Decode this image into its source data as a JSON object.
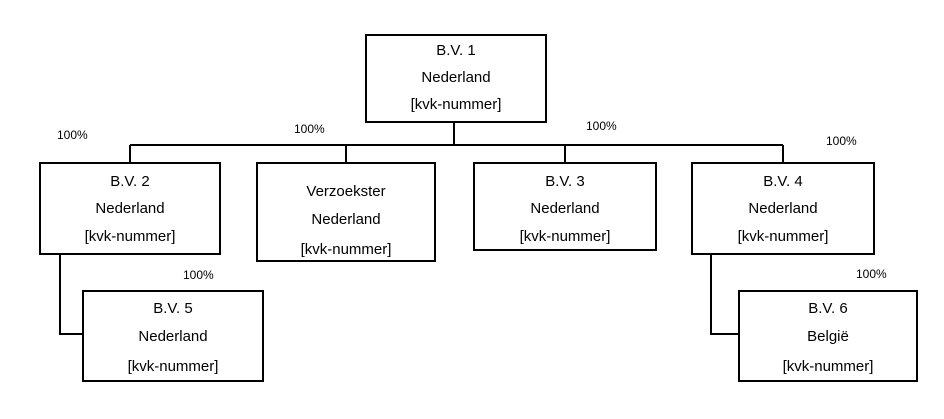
{
  "entities": [
    {
      "id": "bv1",
      "lines": [
        "B.V. 1",
        "Nederland",
        "[kvk-nummer]"
      ]
    },
    {
      "id": "bv2",
      "lines": [
        "B.V. 2",
        "Nederland",
        "[kvk-nummer]"
      ]
    },
    {
      "id": "verzoekster",
      "lines": [
        "Verzoekster",
        "Nederland",
        "[kvk-nummer]"
      ]
    },
    {
      "id": "bv3",
      "lines": [
        "B.V. 3",
        "Nederland",
        "[kvk-nummer]"
      ]
    },
    {
      "id": "bv4",
      "lines": [
        "B.V. 4",
        "Nederland",
        "[kvk-nummer]"
      ]
    },
    {
      "id": "bv5",
      "lines": [
        "B.V. 5",
        "Nederland",
        "[kvk-nummer]"
      ]
    },
    {
      "id": "bv6",
      "lines": [
        "B.V. 6",
        "België",
        "[kvk-nummer]"
      ]
    }
  ],
  "ownership": [
    {
      "parent": "bv1",
      "child": "bv2",
      "percent": "100%"
    },
    {
      "parent": "bv1",
      "child": "verzoekster",
      "percent": "100%"
    },
    {
      "parent": "bv1",
      "child": "bv3",
      "percent": "100%"
    },
    {
      "parent": "bv1",
      "child": "bv4",
      "percent": "100%"
    },
    {
      "parent": "bv2",
      "child": "bv5",
      "percent": "100%"
    },
    {
      "parent": "bv4",
      "child": "bv6",
      "percent": "100%"
    }
  ]
}
